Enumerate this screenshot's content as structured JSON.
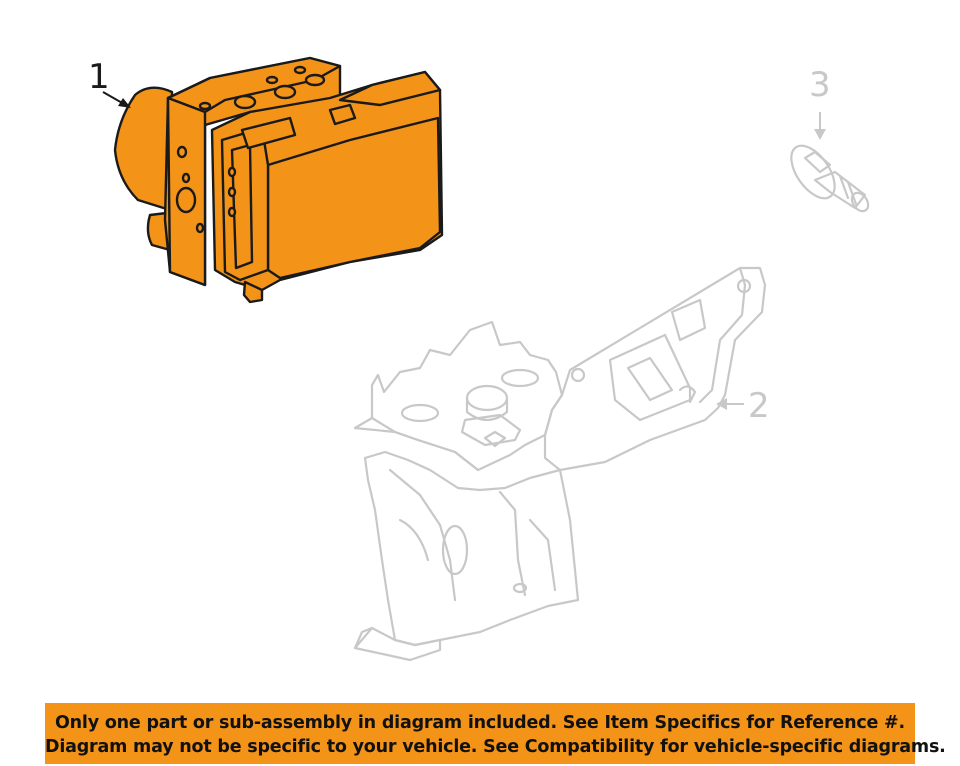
{
  "callouts": {
    "part_1": "1",
    "part_2": "2",
    "part_3": "3"
  },
  "notice": {
    "line1": "Only one part or sub-assembly in diagram included. See Item Specifics for Reference #.",
    "line2": "Diagram may not be specific to your vehicle. See Compatibility for vehicle-specific diagrams."
  },
  "colors": {
    "highlight_part": "#f39318",
    "outline_dark": "#1a1a1a",
    "outline_light": "#c8c8c8",
    "notice_background": "#f39318"
  },
  "icons": {
    "part_1": "abs-modulator-assembly",
    "part_2": "mounting-bracket",
    "part_3": "flange-bolt"
  }
}
